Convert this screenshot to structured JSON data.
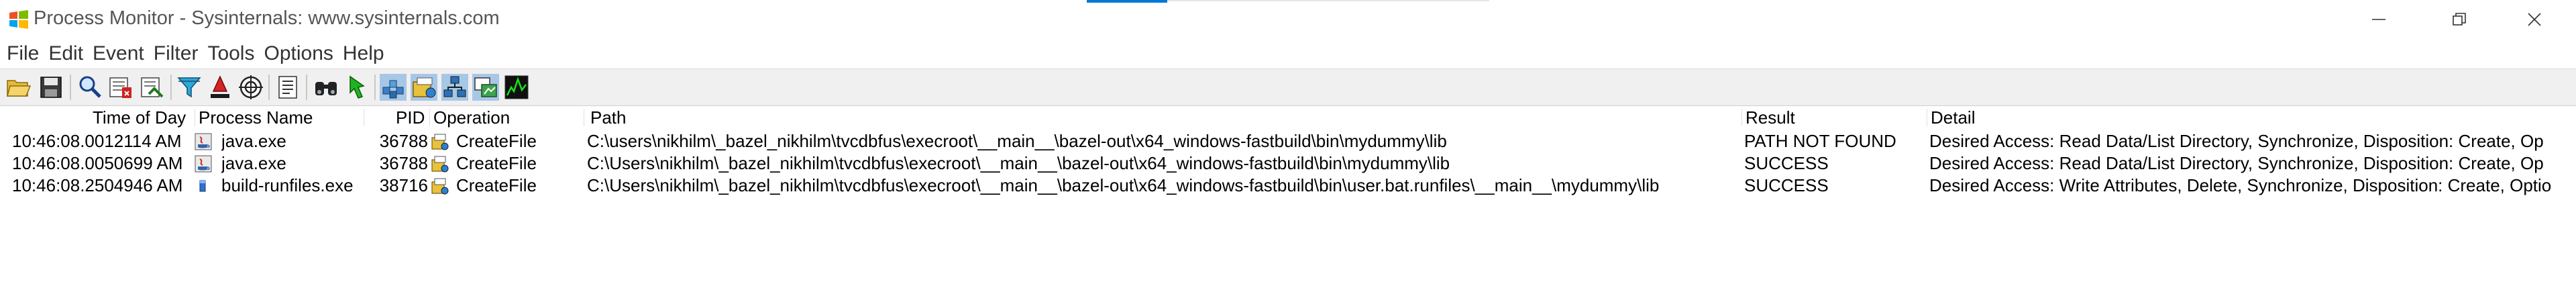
{
  "window": {
    "title": "Process Monitor - Sysinternals: www.sysinternals.com",
    "accent_color": "#0078d7",
    "controls": {
      "minimize_icon": "minimize-icon",
      "maximize_icon": "restore-icon",
      "close_icon": "close-icon"
    }
  },
  "menu": {
    "items": [
      {
        "label": "File"
      },
      {
        "label": "Edit"
      },
      {
        "label": "Event"
      },
      {
        "label": "Filter"
      },
      {
        "label": "Tools"
      },
      {
        "label": "Options"
      },
      {
        "label": "Help"
      }
    ]
  },
  "toolbar": {
    "buttons": [
      {
        "icon": "open-folder-icon"
      },
      {
        "icon": "save-icon"
      },
      {
        "icon": "magnifier-capture-icon"
      },
      {
        "icon": "autoscroll-icon"
      },
      {
        "icon": "clear-display-icon"
      },
      {
        "icon": "filter-icon"
      },
      {
        "icon": "highlight-icon"
      },
      {
        "icon": "target-icon"
      },
      {
        "icon": "process-tree-icon"
      },
      {
        "icon": "find-icon"
      },
      {
        "icon": "jump-to-icon"
      },
      {
        "icon": "show-registry-icon"
      },
      {
        "icon": "show-filesystem-icon"
      },
      {
        "icon": "show-network-icon"
      },
      {
        "icon": "show-process-icon"
      },
      {
        "icon": "show-profiling-icon"
      }
    ]
  },
  "columns": {
    "time": "Time of Day",
    "process": "Process Name",
    "pid": "PID",
    "operation": "Operation",
    "path": "Path",
    "result": "Result",
    "detail": "Detail"
  },
  "events": [
    {
      "time": "10:46:08.0012114 AM",
      "process_icon": "java-process-icon",
      "process": "java.exe",
      "pid": "36788",
      "operation_icon": "filesystem-op-icon",
      "operation": "CreateFile",
      "path": "C:\\users\\nikhilm\\_bazel_nikhilm\\tvcdbfus\\execroot\\__main__\\bazel-out\\x64_windows-fastbuild\\bin\\mydummy\\lib",
      "result": "PATH NOT FOUND",
      "detail": "Desired Access: Read Data/List Directory, Synchronize, Disposition: Create, Op"
    },
    {
      "time": "10:46:08.0050699 AM",
      "process_icon": "java-process-icon",
      "process": "java.exe",
      "pid": "36788",
      "operation_icon": "filesystem-op-icon",
      "operation": "CreateFile",
      "path": "C:\\Users\\nikhilm\\_bazel_nikhilm\\tvcdbfus\\execroot\\__main__\\bazel-out\\x64_windows-fastbuild\\bin\\mydummy\\lib",
      "result": "SUCCESS",
      "detail": "Desired Access: Read Data/List Directory, Synchronize, Disposition: Create, Op"
    },
    {
      "time": "10:46:08.2504946 AM",
      "process_icon": "generic-process-icon",
      "process": "build-runfiles.exe",
      "pid": "38716",
      "operation_icon": "filesystem-op-icon",
      "operation": "CreateFile",
      "path": "C:\\Users\\nikhilm\\_bazel_nikhilm\\tvcdbfus\\execroot\\__main__\\bazel-out\\x64_windows-fastbuild\\bin\\user.bat.runfiles\\__main__\\mydummy\\lib",
      "result": "SUCCESS",
      "detail": "Desired Access: Write Attributes, Delete, Synchronize, Disposition: Create, Optio"
    }
  ]
}
